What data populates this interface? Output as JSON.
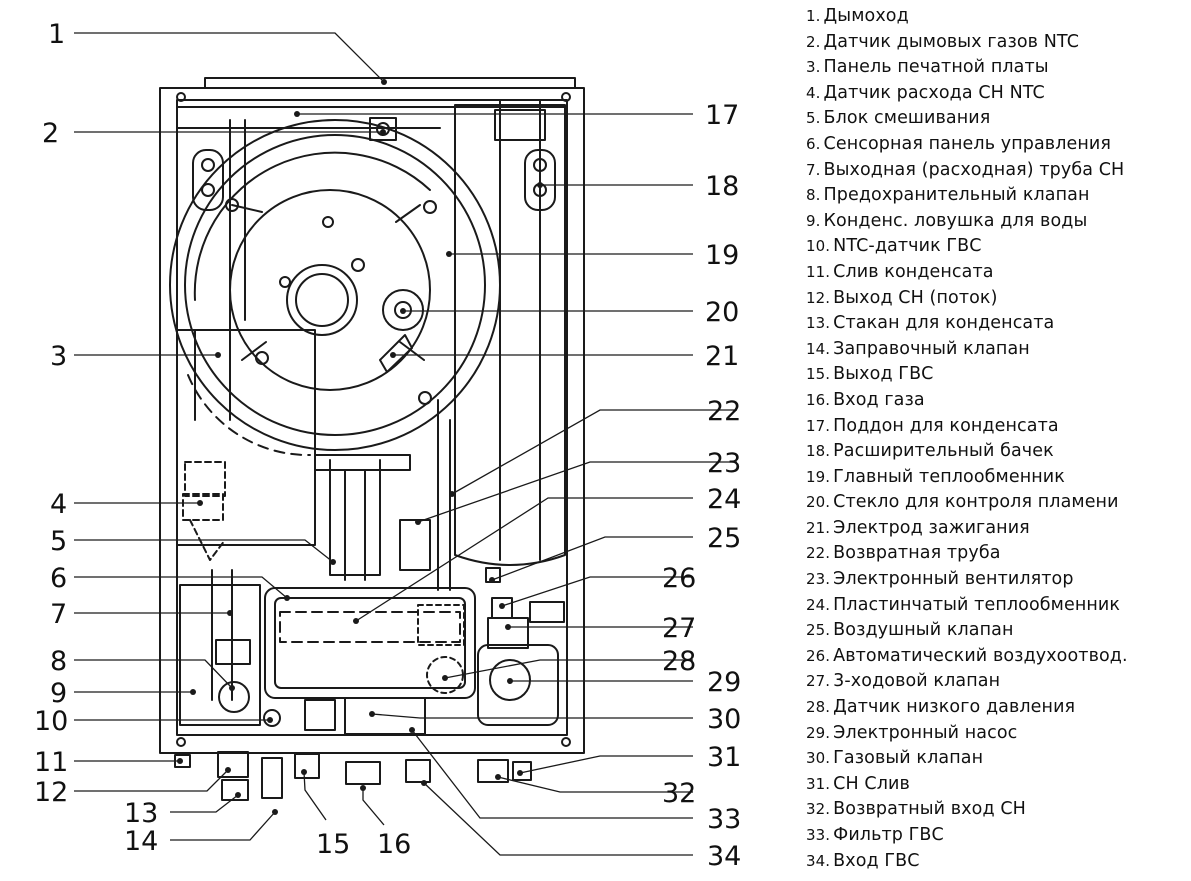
{
  "callouts": [
    "1",
    "2",
    "3",
    "4",
    "5",
    "6",
    "7",
    "8",
    "9",
    "10",
    "11",
    "12",
    "13",
    "14",
    "15",
    "16",
    "17",
    "18",
    "19",
    "20",
    "21",
    "22",
    "23",
    "24",
    "25",
    "26",
    "27",
    "28",
    "29",
    "30",
    "31",
    "32",
    "33",
    "34"
  ],
  "legend": [
    {
      "num": "1.",
      "label": "Дымоход"
    },
    {
      "num": "2.",
      "label": "Датчик дымовых газов NTC"
    },
    {
      "num": "3.",
      "label": "Панель печатной платы"
    },
    {
      "num": "4.",
      "label": "Датчик расхода CH NTC"
    },
    {
      "num": "5.",
      "label": "Блок смешивания"
    },
    {
      "num": "6.",
      "label": "Сенсорная панель управления"
    },
    {
      "num": "7.",
      "label": "Выходная (расходная) труба CH"
    },
    {
      "num": "8.",
      "label": "Предохранительный клапан"
    },
    {
      "num": "9.",
      "label": "Конденс. ловушка для воды"
    },
    {
      "num": "10.",
      "label": "NTC-датчик ГВС"
    },
    {
      "num": "11.",
      "label": "Слив конденсата"
    },
    {
      "num": "12.",
      "label": "Выход CH (поток)"
    },
    {
      "num": "13.",
      "label": "Стакан для конденсата"
    },
    {
      "num": "14.",
      "label": "Заправочный клапан"
    },
    {
      "num": "15.",
      "label": "Выход ГВС"
    },
    {
      "num": "16.",
      "label": "Вход газа"
    },
    {
      "num": "17.",
      "label": "Поддон для конденсата"
    },
    {
      "num": "18.",
      "label": "Расширительный бачек"
    },
    {
      "num": "19.",
      "label": "Главный теплообменник"
    },
    {
      "num": "20.",
      "label": "Стекло для контроля пламени"
    },
    {
      "num": "21.",
      "label": "Электрод зажигания"
    },
    {
      "num": "22.",
      "label": "Возвратная труба"
    },
    {
      "num": "23.",
      "label": "Электронный вентилятор"
    },
    {
      "num": "24.",
      "label": "Пластинчатый теплообменник"
    },
    {
      "num": "25.",
      "label": "Воздушный клапан"
    },
    {
      "num": "26.",
      "label": "Автоматический воздухоотвод."
    },
    {
      "num": "27.",
      "label": "3-ходовой клапан"
    },
    {
      "num": "28.",
      "label": "Датчик низкого давления"
    },
    {
      "num": "29.",
      "label": "Электронный насос"
    },
    {
      "num": "30.",
      "label": "Газовый клапан"
    },
    {
      "num": "31.",
      "label": "CH Слив"
    },
    {
      "num": "32.",
      "label": "Возвратный вход CH"
    },
    {
      "num": "33.",
      "label": "Фильтр ГВС"
    },
    {
      "num": "34.",
      "label": "Вход ГВС"
    }
  ]
}
